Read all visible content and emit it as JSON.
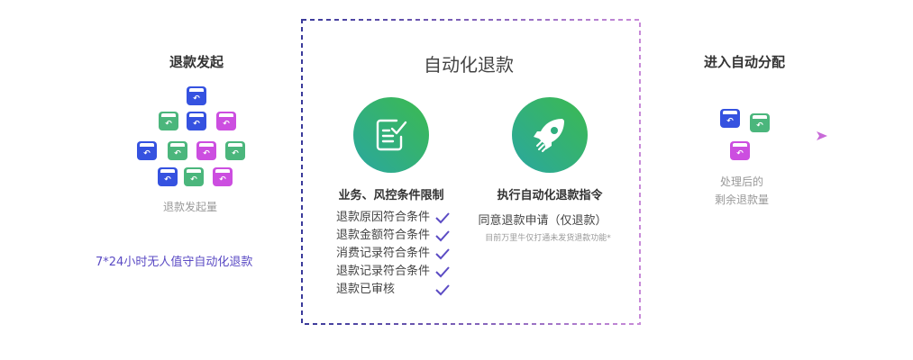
{
  "stages": {
    "start": {
      "title": "退款发起",
      "caption": "退款发起量",
      "note": "7*24小时无人值守自动化退款"
    },
    "auto": {
      "title": "自动化退款",
      "step1": {
        "icon": "checklist-icon",
        "title": "业务、风控条件限制",
        "conditions": [
          {
            "label": "退款原因符合条件",
            "checked": true
          },
          {
            "label": "退款金额符合条件",
            "checked": true
          },
          {
            "label": "消费记录符合条件",
            "checked": true
          },
          {
            "label": "退款记录符合条件",
            "checked": true
          },
          {
            "label": "退款已审核",
            "checked": true
          }
        ]
      },
      "step2": {
        "icon": "rocket-icon",
        "title": "执行自动化退款指令",
        "action": "同意退款申请（仅退款）",
        "footnote": "目前万里牛仅打通未发货退款功能*"
      }
    },
    "end": {
      "title": "进入自动分配",
      "caption_line1": "处理后的",
      "caption_line2": "剩余退款量"
    }
  },
  "colors": {
    "blue": "#3552e0",
    "green": "#4bb67c",
    "magenta": "#cc4ee0",
    "line_start": "#4a5ad6",
    "line_end": "#c86ad8",
    "check": "#5b4bc4",
    "circle_a": "#3cba4f",
    "circle_b": "#2aa7a0"
  },
  "icons": {
    "box_glyph": "↶"
  }
}
